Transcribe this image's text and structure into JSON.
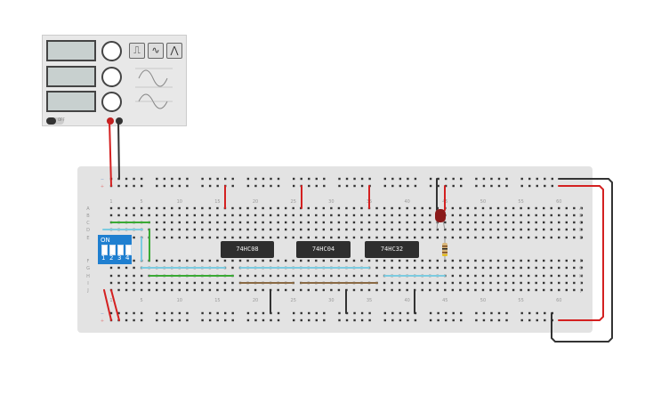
{
  "function_generator": {
    "switch_label": "OFF",
    "waveforms": [
      "square-wave-icon",
      "sine-wave-icon",
      "triangle-wave-icon"
    ]
  },
  "breadboard": {
    "row_labels_top": [
      "A",
      "B",
      "C",
      "D",
      "E"
    ],
    "row_labels_bottom": [
      "F",
      "G",
      "H",
      "I",
      "J"
    ],
    "column_numbers": [
      "1",
      "5",
      "10",
      "15",
      "20",
      "25",
      "30",
      "35",
      "40",
      "45",
      "50",
      "55",
      "60"
    ],
    "rail_minus": "−",
    "rail_plus": "+"
  },
  "components": {
    "dip_switch": {
      "label": "ON",
      "positions": [
        "1",
        "2",
        "3",
        "4"
      ],
      "color": "#1f7fd0"
    },
    "chips": [
      "74HC08",
      "74HC04",
      "74HC32"
    ],
    "led_color": "#8b1a1a"
  },
  "wire_colors": {
    "red": "#d42020",
    "black": "#333333",
    "green": "#3aaa35",
    "cyan": "#7ccbe0",
    "brown": "#8a6a44"
  }
}
